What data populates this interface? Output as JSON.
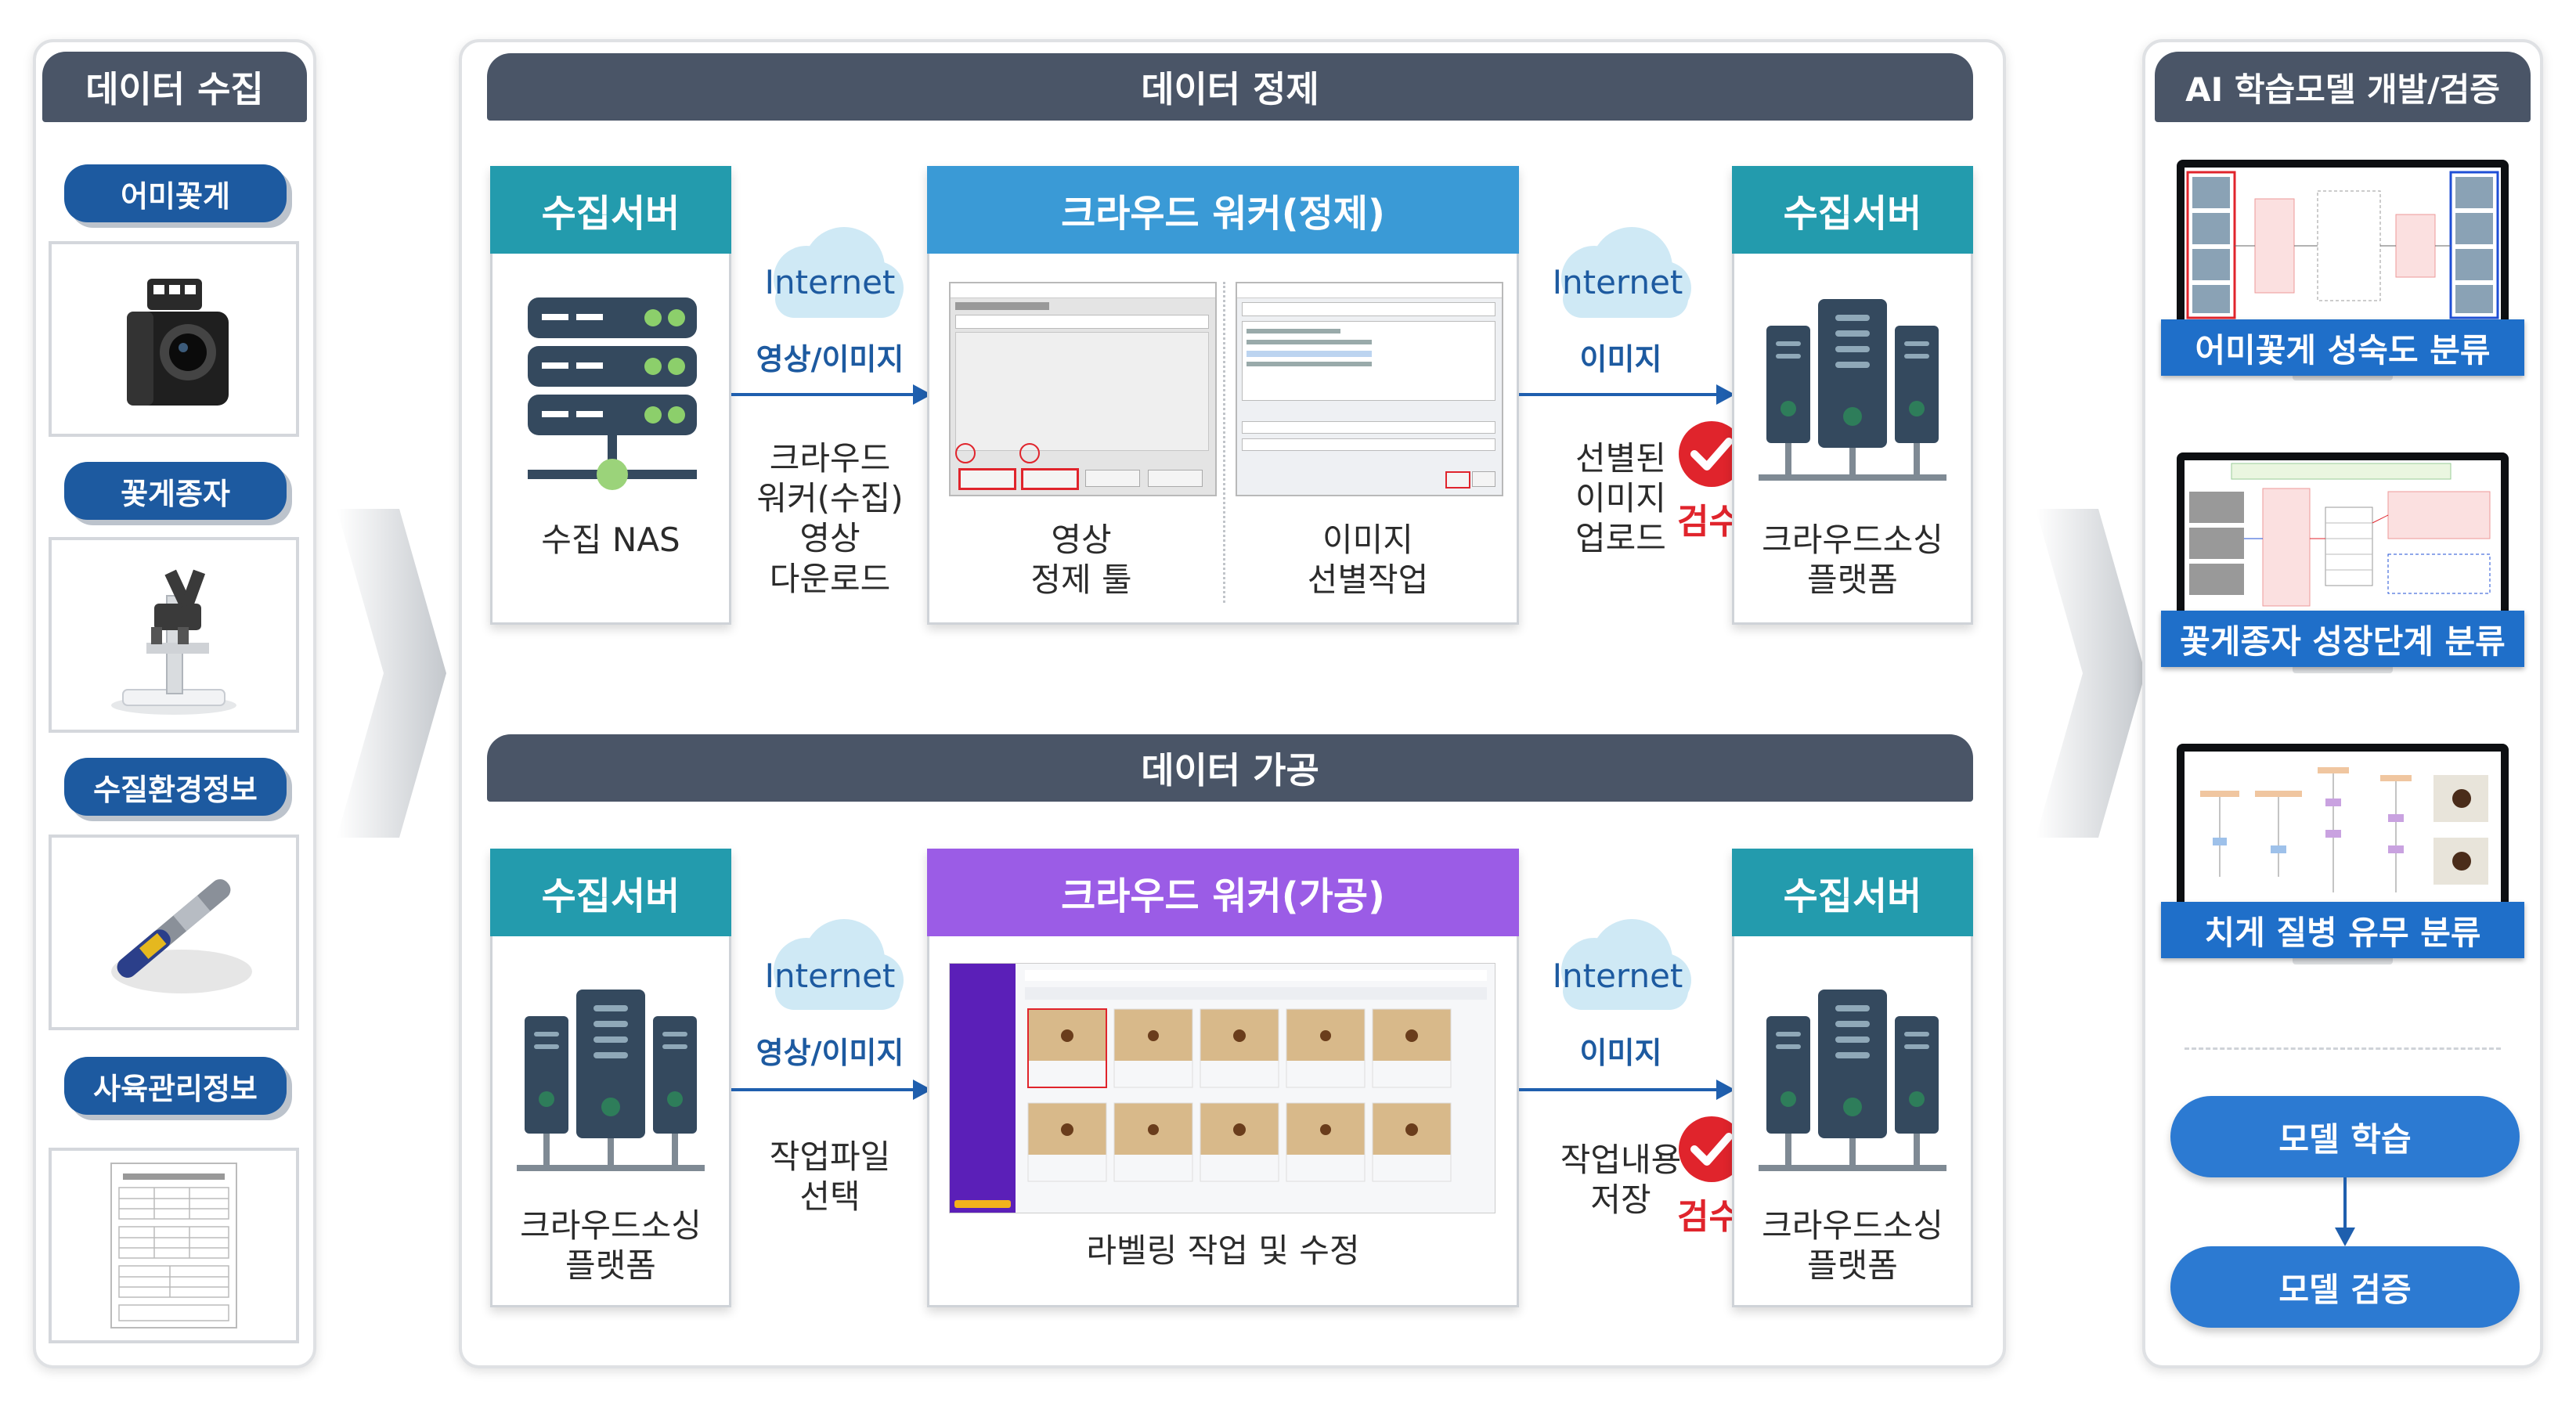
{
  "left": {
    "title": "데이터 수집",
    "items": [
      {
        "label": "어미꽃게"
      },
      {
        "label": "꽃게종자"
      },
      {
        "label": "수질환경정보"
      },
      {
        "label": "사육관리정보"
      }
    ]
  },
  "refine": {
    "title": "데이터 정제",
    "server_left": {
      "header": "수집서버",
      "caption": "수집 NAS"
    },
    "cloud_left": {
      "text": "Internet",
      "arrow_label": "영상/이미지"
    },
    "download_text": [
      "크라우드",
      "워커(수집)",
      "영상",
      "다운로드"
    ],
    "worker": {
      "header": "크라우드 워커(정제)",
      "tool_caption": [
        "영상",
        "정제 툴"
      ],
      "select_caption": [
        "이미지",
        "선별작업"
      ]
    },
    "cloud_right": {
      "text": "Internet",
      "arrow_label": "이미지"
    },
    "upload_text": [
      "선별된",
      "이미지",
      "업로드"
    ],
    "check_label": "검수",
    "server_right": {
      "header": "수집서버",
      "caption": [
        "크라우드소싱",
        "플랫폼"
      ]
    }
  },
  "process": {
    "title": "데이터 가공",
    "server_left": {
      "header": "수집서버",
      "caption": [
        "크라우드소싱",
        "플랫폼"
      ]
    },
    "cloud_left": {
      "text": "Internet",
      "arrow_label": "영상/이미지"
    },
    "file_text": [
      "작업파일",
      "선택"
    ],
    "worker": {
      "header": "크라우드 워커(가공)",
      "caption": "라벨링 작업 및 수정"
    },
    "cloud_right": {
      "text": "Internet",
      "arrow_label": "이미지"
    },
    "save_text": [
      "작업내용",
      "저장"
    ],
    "check_label": "검수",
    "server_right": {
      "header": "수집서버",
      "caption": [
        "크라우드소싱",
        "플랫폼"
      ]
    }
  },
  "right": {
    "title": "AI 학습모델 개발/검증",
    "monitors": [
      {
        "label": "어미꽃게 성숙도 분류"
      },
      {
        "label": "꽃게종자 성장단계 분류"
      },
      {
        "label": "치게 질병 유무 분류"
      }
    ],
    "train_button": "모델 학습",
    "verify_button": "모델 검증"
  },
  "colors": {
    "header_dark": "#4a5567",
    "pill_blue": "#1d5aa0",
    "server_teal": "#239bad",
    "worker_refine": "#3a9ad6",
    "worker_process": "#9b5ce6",
    "check_red": "#e0242c"
  }
}
